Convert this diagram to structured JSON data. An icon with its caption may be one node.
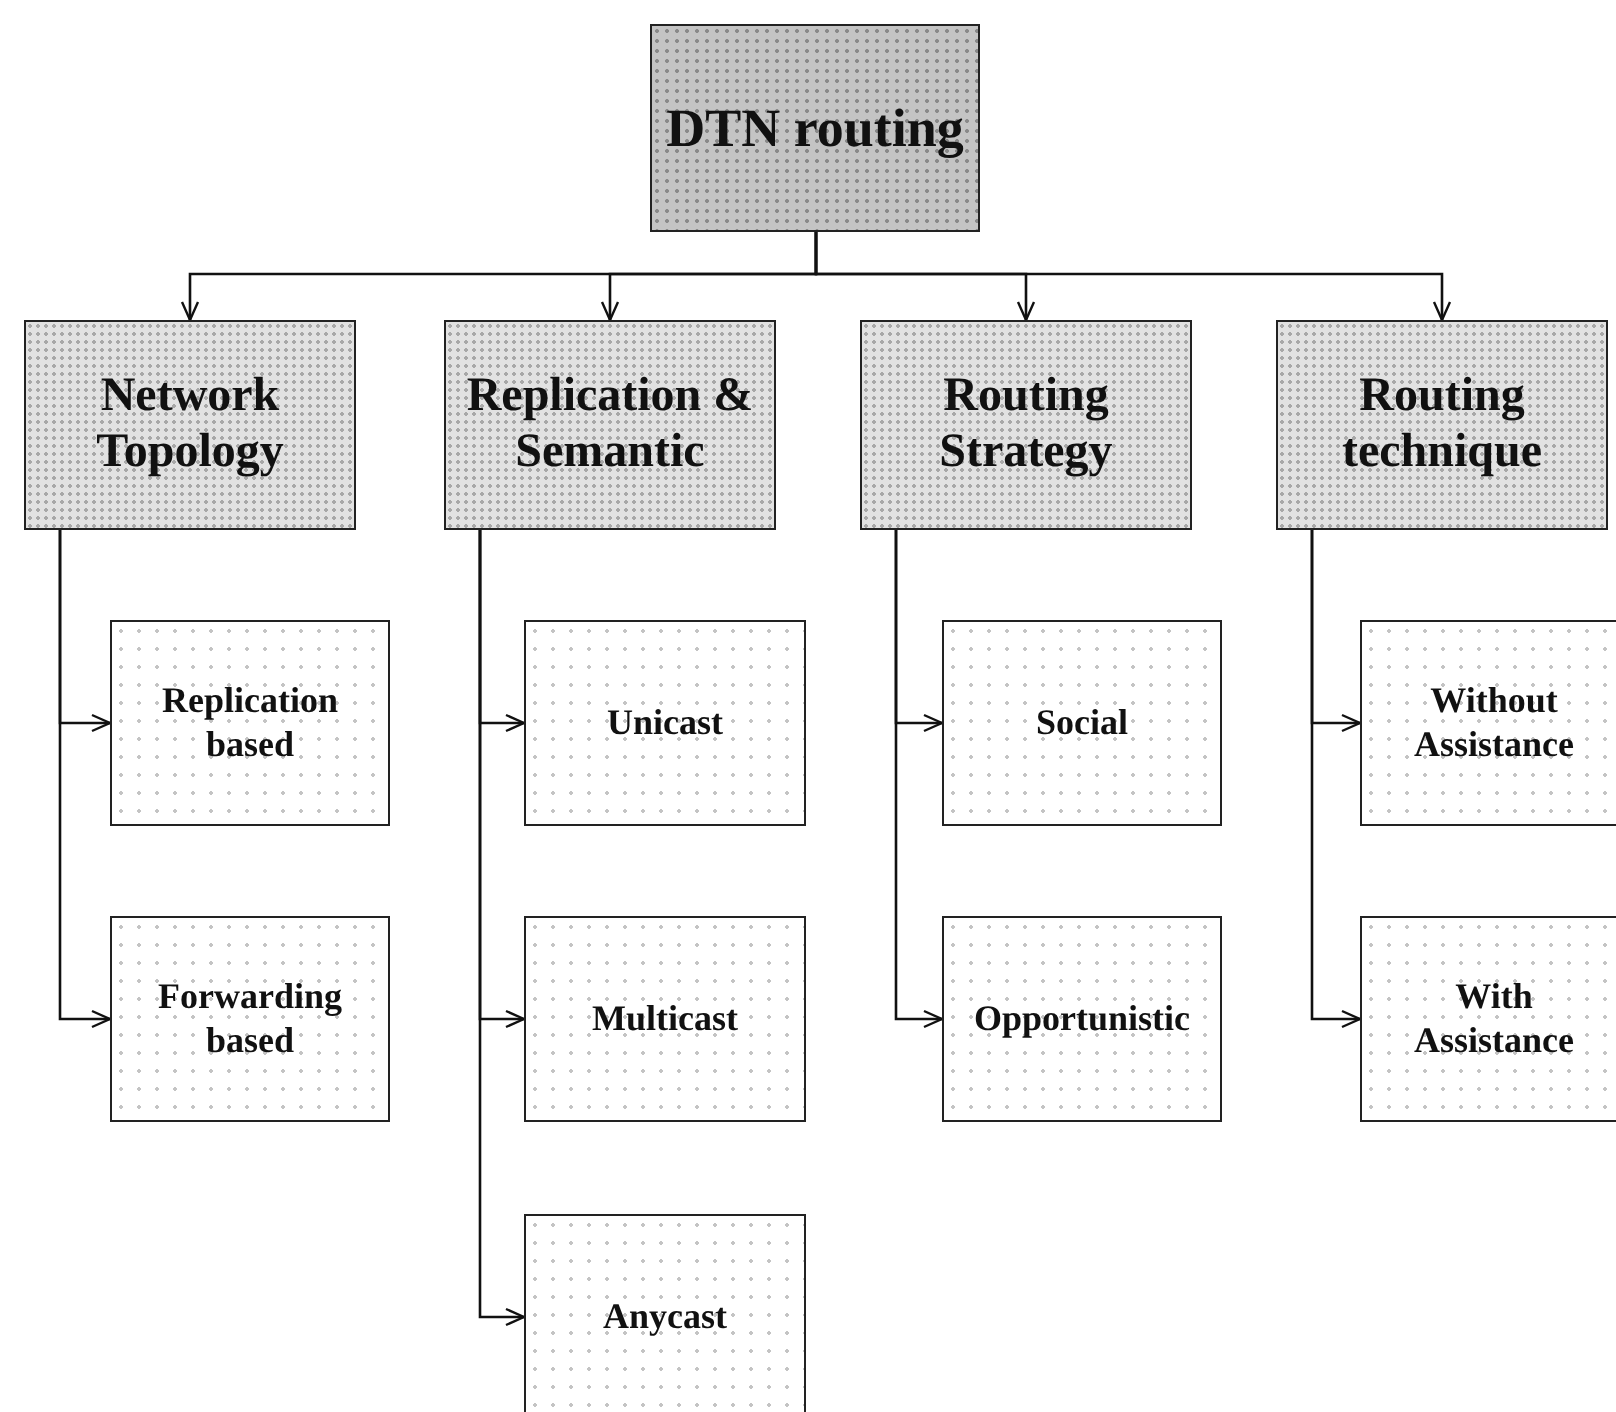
{
  "diagram": {
    "nodes": [
      {
        "text": [
          "DTN routing"
        ]
      },
      {
        "text": [
          "Network Topology"
        ]
      },
      {
        "text": [
          "Replication & Semantic"
        ]
      },
      {
        "text": [
          "Routing Strategy"
        ]
      },
      {
        "text": [
          "Routing technique"
        ]
      },
      {
        "text": [
          "Replication based"
        ]
      },
      {
        "text": [
          "Forwarding based"
        ]
      },
      {
        "text": [
          "Unicast"
        ]
      },
      {
        "text": [
          "Multicast"
        ]
      },
      {
        "text": [
          "Anycast"
        ]
      },
      {
        "text": [
          "Social"
        ]
      },
      {
        "text": [
          "Opportunistic"
        ]
      },
      {
        "text": [
          "Without Assistance"
        ]
      },
      {
        "text": [
          "With Assistance"
        ]
      }
    ],
    "edges": [
      {
        "from": 0,
        "to": 1,
        "arrow": "to"
      },
      {
        "from": 0,
        "to": 2,
        "arrow": "to"
      },
      {
        "from": 0,
        "to": 3,
        "arrow": "to"
      },
      {
        "from": 0,
        "to": 4,
        "arrow": "to"
      },
      {
        "from": 1,
        "to": 5,
        "arrow": "to"
      },
      {
        "from": 1,
        "to": 6,
        "arrow": "to"
      },
      {
        "from": 2,
        "to": 7,
        "arrow": "to"
      },
      {
        "from": 2,
        "to": 8,
        "arrow": "to"
      },
      {
        "from": 2,
        "to": 9,
        "arrow": "to"
      },
      {
        "from": 3,
        "to": 10,
        "arrow": "to"
      },
      {
        "from": 3,
        "to": 11,
        "arrow": "to"
      },
      {
        "from": 4,
        "to": 12,
        "arrow": "to"
      },
      {
        "from": 4,
        "to": 13,
        "arrow": "to"
      }
    ]
  }
}
